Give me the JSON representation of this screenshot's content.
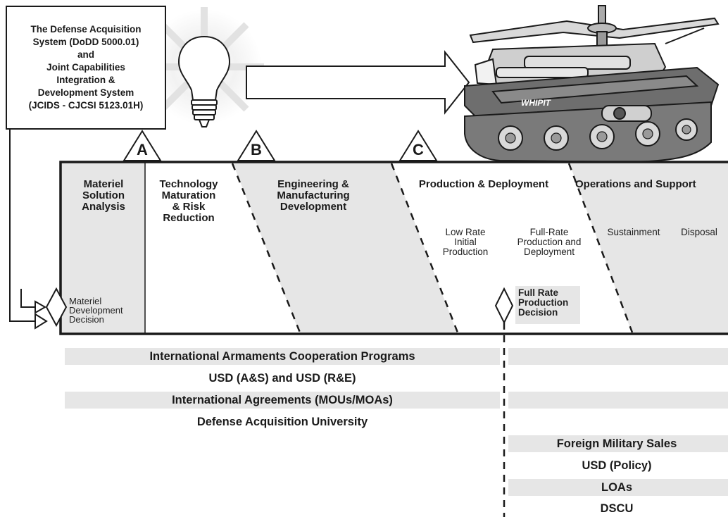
{
  "title_box": {
    "lines": [
      "The Defense Acquisition",
      "System (DoDD 5000.01)",
      "and",
      "Joint Capabilities",
      "Integration &",
      "Development System",
      "(JCIDS - CJCSI 5123.01H)"
    ]
  },
  "milestones": {
    "a": "A",
    "b": "B",
    "c": "C"
  },
  "vehicle_label": "WHIPIT",
  "phases": {
    "msa": [
      "Materiel",
      "Solution",
      "Analysis"
    ],
    "tmrr": [
      "Technology",
      "Maturation",
      "& Risk",
      "Reduction"
    ],
    "emd": [
      "Engineering &",
      "Manufacturing",
      "Development"
    ],
    "pd": "Production & Deployment",
    "os": "Operations and Support"
  },
  "subphases": {
    "lrip": [
      "Low Rate",
      "Initial",
      "Production"
    ],
    "frpd": [
      "Full-Rate",
      "Production and",
      "Deployment"
    ],
    "sustainment": "Sustainment",
    "disposal": "Disposal"
  },
  "decisions": {
    "mdd": [
      "Materiel",
      "Development",
      "Decision"
    ],
    "frp": [
      "Full Rate",
      "Production",
      "Decision"
    ]
  },
  "bars_left": [
    "International Armaments Cooperation Programs",
    "USD (A&S) and USD (R&E)",
    "International Agreements (MOUs/MOAs)",
    "Defense Acquisition University"
  ],
  "bars_right": [
    "Foreign Military Sales",
    "USD (Policy)",
    "LOAs",
    "DSCU"
  ]
}
